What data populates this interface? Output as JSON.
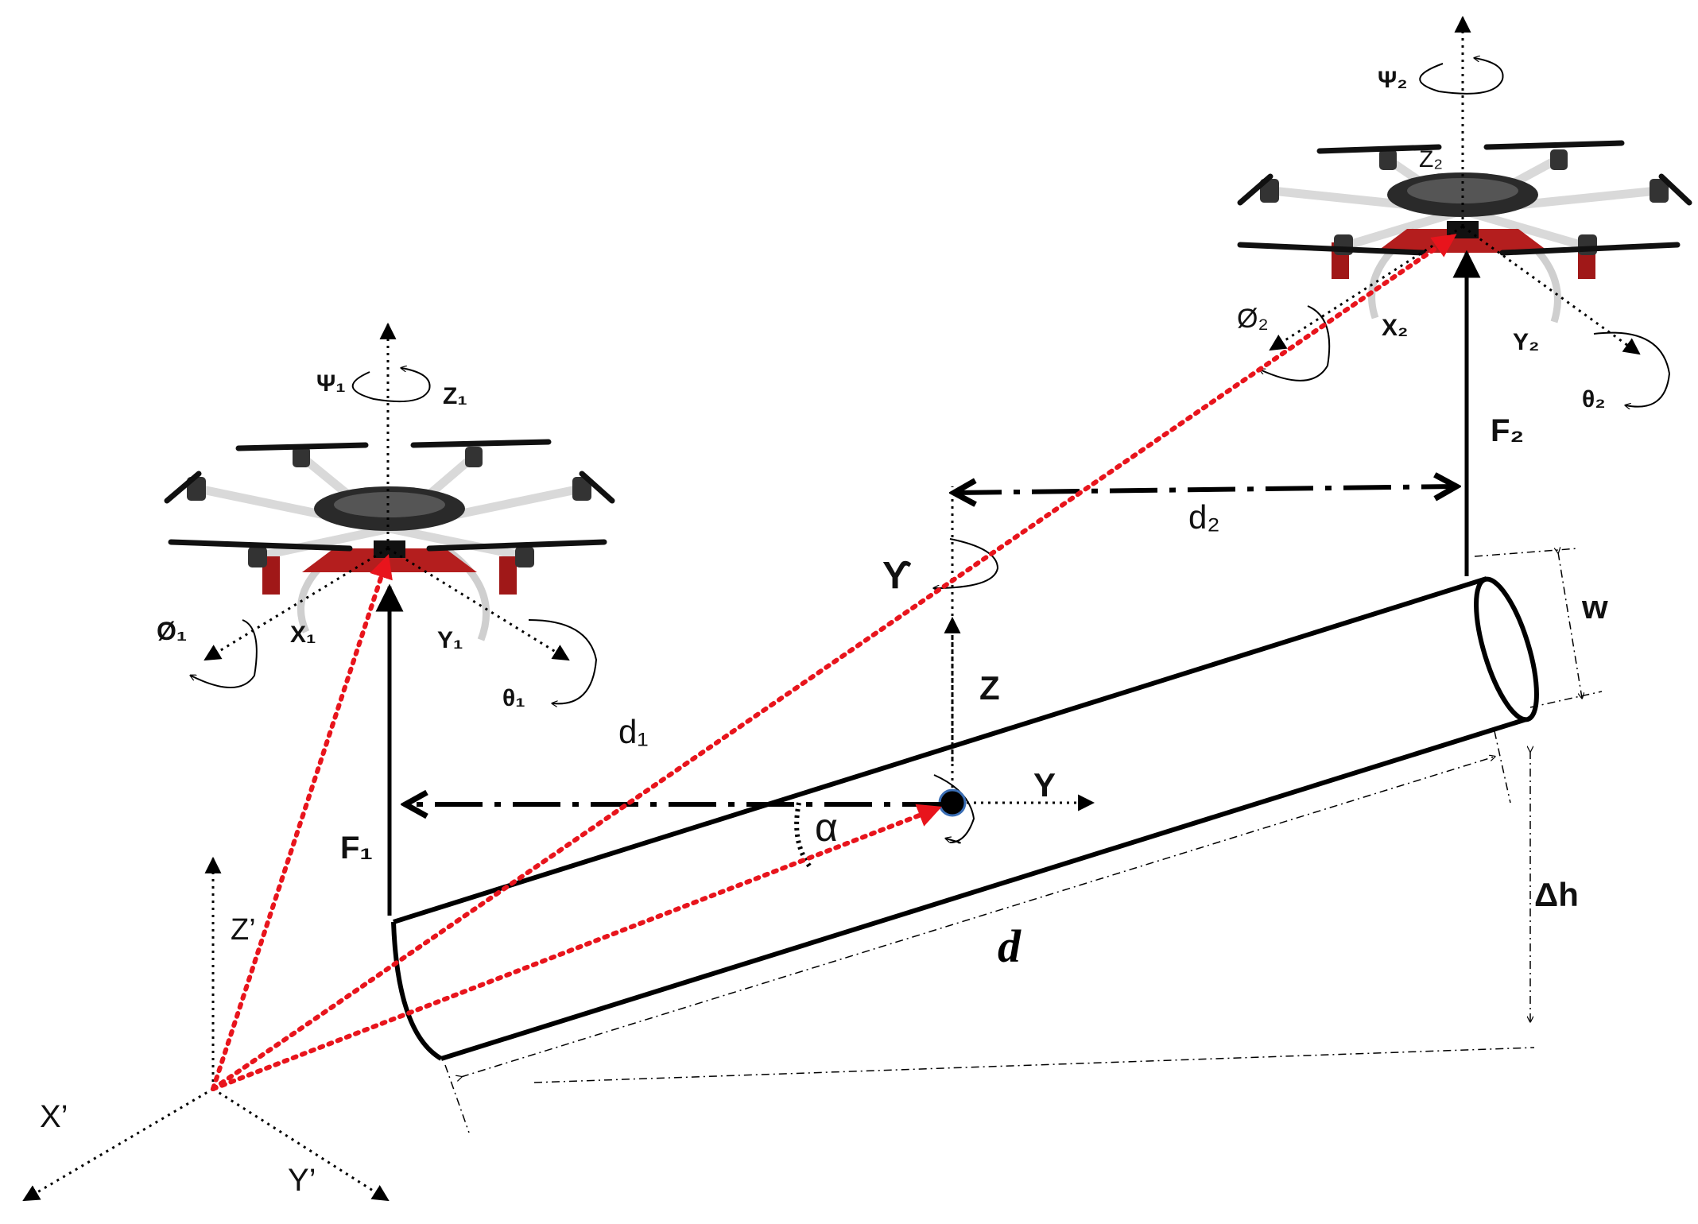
{
  "labels": {
    "psi1": "Ψ₁",
    "z1": "Z₁",
    "phi1": "Ø₁",
    "x1": "X₁",
    "y1": "Y₁",
    "theta1": "θ₁",
    "f1": "F₁",
    "d1": "d₁",
    "psi2": "Ψ₂",
    "z2": "Z₂",
    "phi2": "Ø₂",
    "x2": "X₂",
    "y2": "Y₂",
    "theta2": "θ₂",
    "f2": "F₂",
    "d2": "d₂",
    "gamma": "ϒ",
    "z": "Z",
    "y": "Y",
    "alpha": "α",
    "w": "w",
    "dh": "Δh",
    "d": "d",
    "zp": "Z’",
    "xp": "X’",
    "yp": "Y’"
  },
  "colors": {
    "stroke": "#000000",
    "red_dotted": "#e8141c",
    "drone_frame": "#e8e8e8",
    "drone_red": "#b41e1e",
    "drone_body": "#222222"
  },
  "icons": {
    "drone_1": "hexacopter-icon",
    "drone_2": "hexacopter-icon"
  }
}
